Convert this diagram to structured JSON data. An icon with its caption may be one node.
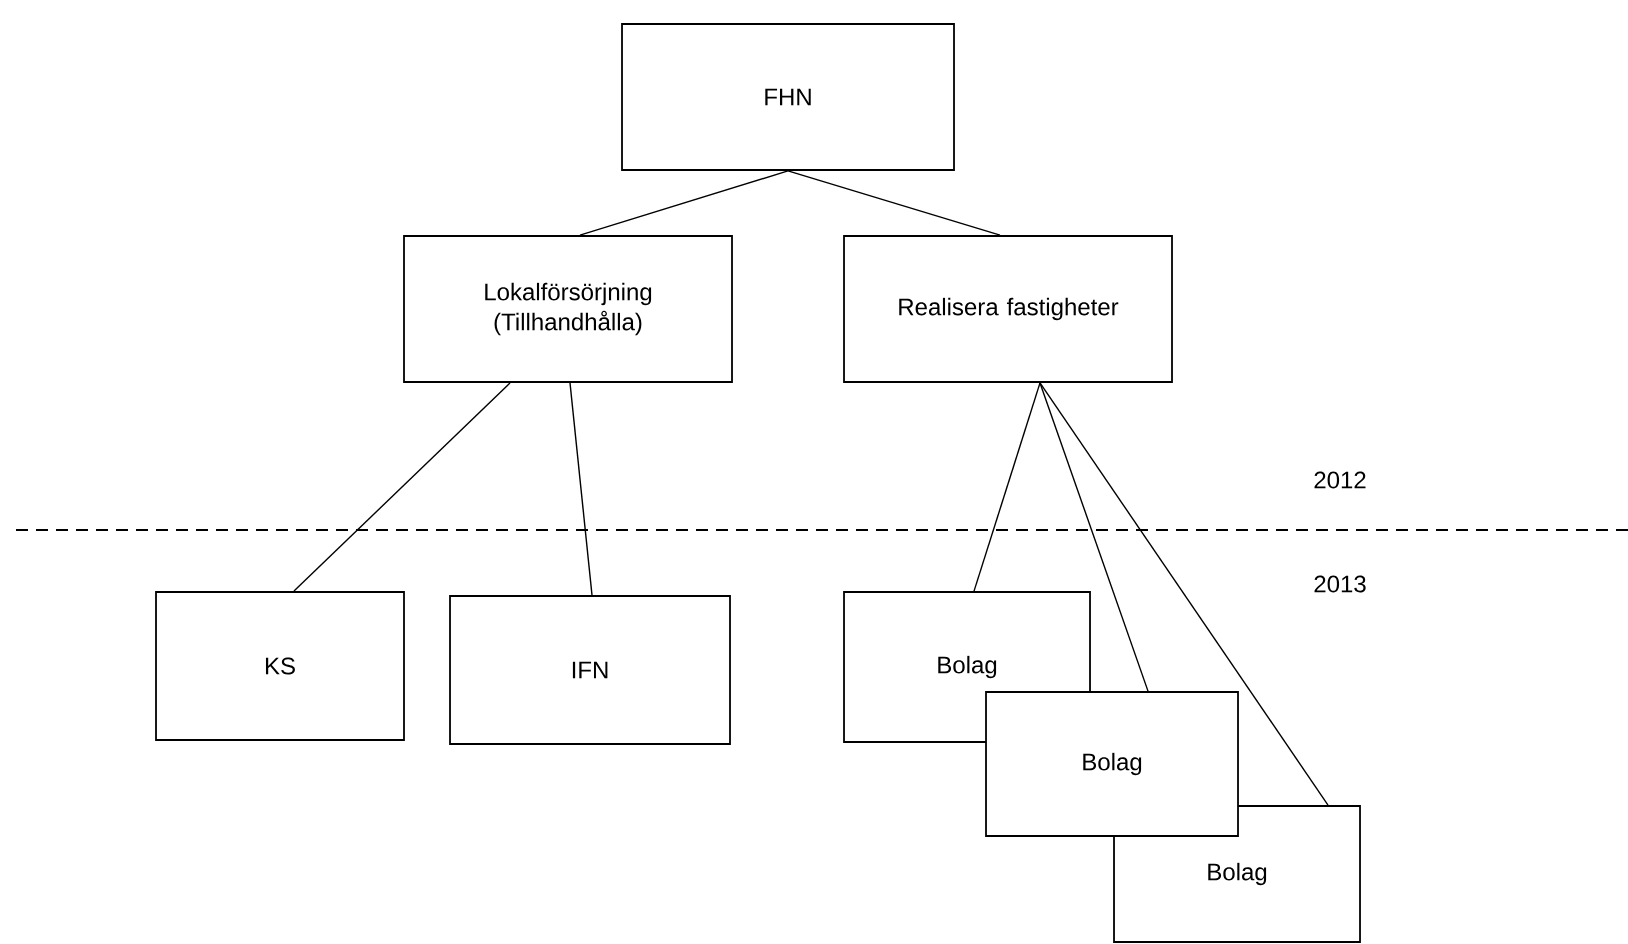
{
  "diagram": {
    "nodes": [
      {
        "text": [
          "FHN"
        ]
      },
      {
        "text": [
          "Lokalförsörjning (Tillhandhålla)"
        ]
      },
      {
        "text": [
          "Realisera fastigheter"
        ]
      },
      {
        "text": [
          "KS"
        ]
      },
      {
        "text": [
          "IFN"
        ]
      },
      {
        "text": [
          "Bolag"
        ]
      },
      {
        "text": [
          "Bolag"
        ]
      },
      {
        "text": [
          "Bolag"
        ]
      }
    ],
    "edges": [
      {
        "from": 0,
        "to": 1,
        "arrow": "none"
      },
      {
        "from": 0,
        "to": 2,
        "arrow": "none"
      },
      {
        "from": 1,
        "to": 3,
        "arrow": "none"
      },
      {
        "from": 1,
        "to": 4,
        "arrow": "none"
      },
      {
        "from": 2,
        "to": 5,
        "arrow": "none"
      },
      {
        "from": 2,
        "to": 6,
        "arrow": "none"
      },
      {
        "from": 2,
        "to": 7,
        "arrow": "none"
      }
    ],
    "labels": [
      "2012",
      "2013"
    ]
  }
}
